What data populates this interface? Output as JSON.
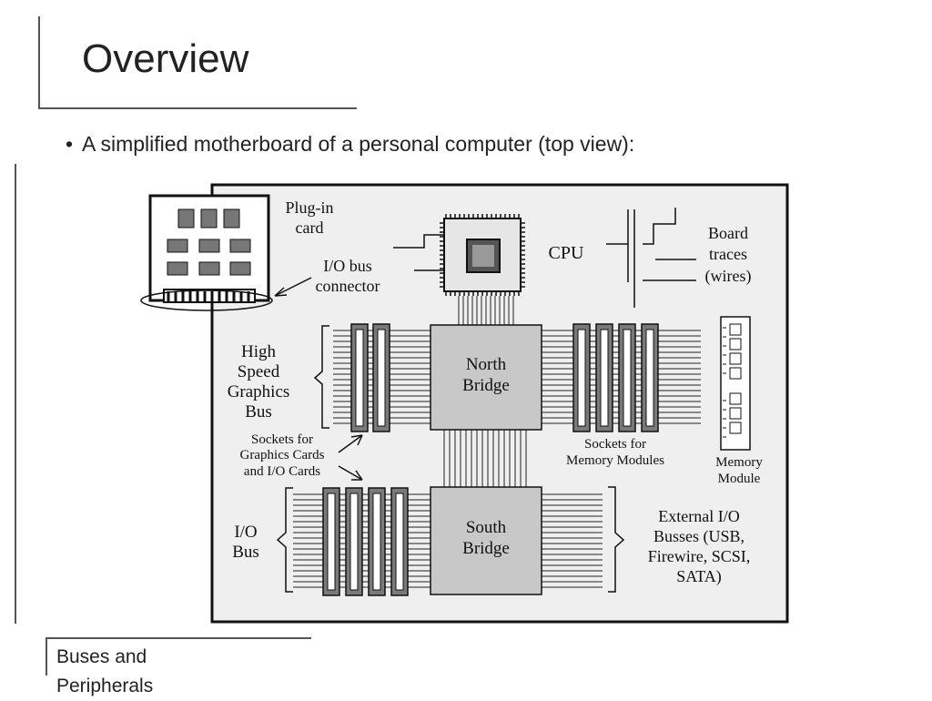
{
  "slide": {
    "title": "Overview",
    "bullet": "A simplified motherboard of a personal computer (top view):",
    "footer_line1": "Buses and",
    "footer_line2": "Peripherals"
  },
  "diagram": {
    "plugin_card_line1": "Plug-in",
    "plugin_card_line2": "card",
    "io_bus_connector_line1": "I/O bus",
    "io_bus_connector_line2": "connector",
    "cpu": "CPU",
    "board_traces_line1": "Board",
    "board_traces_line2": "traces",
    "board_traces_line3": "(wires)",
    "high_speed_line1": "High",
    "high_speed_line2": "Speed",
    "high_speed_line3": "Graphics",
    "high_speed_line4": "Bus",
    "north_bridge_line1": "North",
    "north_bridge_line2": "Bridge",
    "sockets_graphics_line1": "Sockets for",
    "sockets_graphics_line2": "Graphics Cards",
    "sockets_graphics_line3": "and I/O Cards",
    "sockets_memory_line1": "Sockets for",
    "sockets_memory_line2": "Memory Modules",
    "memory_module_line1": "Memory",
    "memory_module_line2": "Module",
    "io_bus_line1": "I/O",
    "io_bus_line2": "Bus",
    "south_bridge_line1": "South",
    "south_bridge_line2": "Bridge",
    "external_io_line1": "External I/O",
    "external_io_line2": "Busses (USB,",
    "external_io_line3": "Firewire, SCSI,",
    "external_io_line4": "SATA)"
  },
  "colors": {
    "board_fill": "#efefef",
    "bridge_fill": "#c8c8c8",
    "socket_fill": "#7a7a7a"
  }
}
